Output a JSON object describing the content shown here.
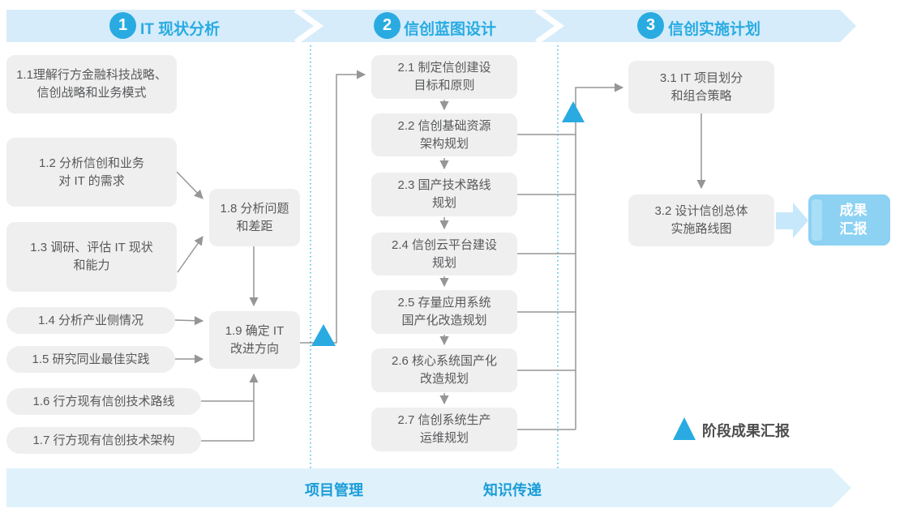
{
  "colors": {
    "accent_blue": "#29ABE2",
    "header_band": "#D6ECFA",
    "bottom_banner": "#DFF2FC",
    "box_fill": "#EFEFEF",
    "box_text": "#58595B",
    "connector_gray": "#969696",
    "banner_text": "#1B9CD8",
    "deliverable_fill": "#8DD2F3",
    "fat_arrow": "#C7E8FA"
  },
  "phases": {
    "p1": {
      "number": "1",
      "title": "IT 现状分析"
    },
    "p2": {
      "number": "2",
      "title": "信创蓝图设计"
    },
    "p3": {
      "number": "3",
      "title": "信创实施计划"
    }
  },
  "boxes": {
    "b11": "1.1理解行方金融科技战略、\n信创战略和业务模式",
    "b12": "1.2 分析信创和业务\n对 IT 的需求",
    "b13": "1.3 调研、评估 IT 现状\n和能力",
    "b14": "1.4 分析产业侧情况",
    "b15": "1.5 研究同业最佳实践",
    "b16": "1.6 行方现有信创技术路线",
    "b17": "1.7 行方现有信创技术架构",
    "b18": "1.8 分析问题\n和差距",
    "b19": "1.9 确定 IT\n改进方向",
    "b21": "2.1 制定信创建设\n目标和原则",
    "b22": "2.2 信创基础资源\n架构规划",
    "b23": "2.3 国产技术路线\n规划",
    "b24": "2.4 信创云平台建设\n规划",
    "b25": "2.5 存量应用系统\n国产化改造规划",
    "b26": "2.6 核心系统国产化\n改造规划",
    "b27": "2.7 信创系统生产\n运维规划",
    "b31": "3.1 IT 项目划分\n和组合策略",
    "b32": "3.2 设计信创总体\n实施路线图"
  },
  "deliverable": {
    "label": "成果\n汇报"
  },
  "legend": {
    "label": "阶段成果汇报"
  },
  "bottom_banner": {
    "items": [
      "项目管理",
      "知识传递"
    ]
  }
}
